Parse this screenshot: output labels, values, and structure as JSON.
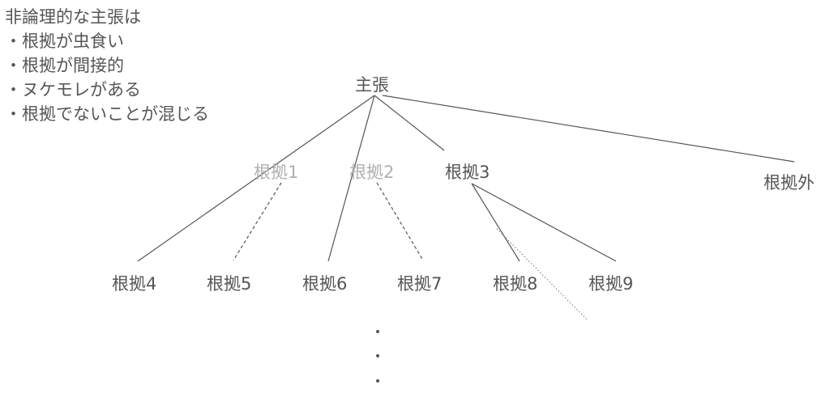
{
  "notes": {
    "heading": "非論理的な主張は",
    "items": [
      "・根拠が虫食い",
      "・根拠が間接的",
      "・ヌケモレがある",
      "・根拠でないことが混じる"
    ]
  },
  "nodes": {
    "claim": "主張",
    "r1": "根拠1",
    "r2": "根拠2",
    "r3": "根拠3",
    "outside": "根拠外",
    "r4": "根拠4",
    "r5": "根拠5",
    "r6": "根拠6",
    "r7": "根拠7",
    "r8": "根拠8",
    "r9": "根拠9"
  },
  "colors": {
    "text": "#555555",
    "faded": "#b0b0b0",
    "line": "#555555"
  }
}
